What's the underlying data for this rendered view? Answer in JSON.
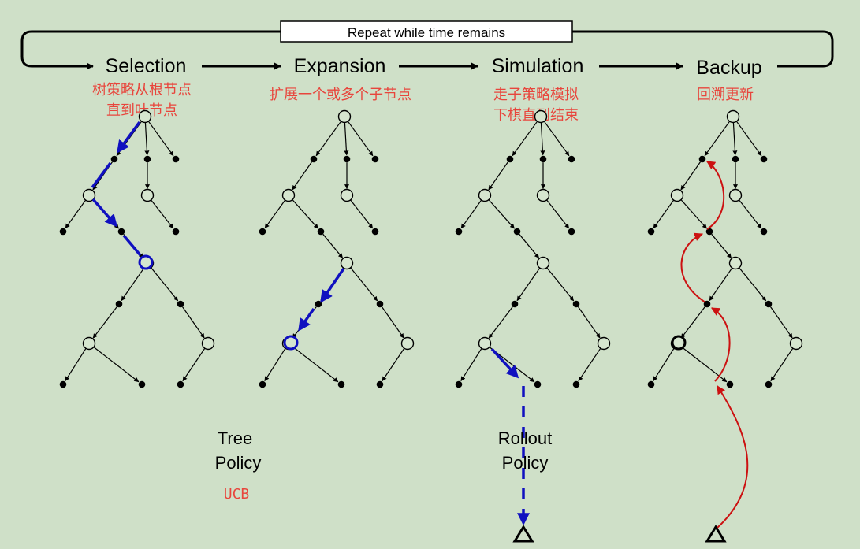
{
  "loop": {
    "label": "Repeat while time remains"
  },
  "phases": [
    {
      "title": "Selection",
      "subtitle": [
        "树策略从根节点",
        "直到叶节点"
      ]
    },
    {
      "title": "Expansion",
      "subtitle": [
        "扩展一个或多个子节点"
      ]
    },
    {
      "title": "Simulation",
      "subtitle": [
        "走子策略模拟",
        "下棋直到结束"
      ]
    },
    {
      "title": "Backup",
      "subtitle": [
        "回溯更新"
      ]
    }
  ],
  "policies": {
    "tree": {
      "line1": "Tree",
      "line2": "Policy",
      "note": "UCB"
    },
    "rollout": {
      "line1": "Rollout",
      "line2": "Policy"
    }
  },
  "colors": {
    "background": "#cfe0c8",
    "blue_path": "#1010c0",
    "red_path": "#cc1111",
    "subtitle": "#e8453c",
    "state_node_fill": "#d6e6cf"
  }
}
